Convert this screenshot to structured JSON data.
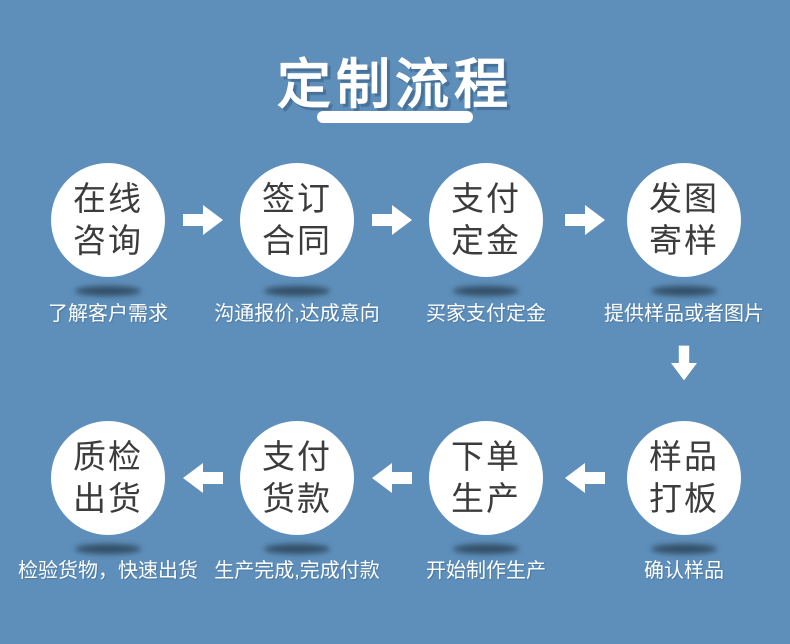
{
  "title": {
    "text": "定制流程"
  },
  "colors": {
    "background": "#5e8fba",
    "circle_fill": "#ffffff",
    "circle_text": "#3c3c3c",
    "title_text": "#ffffff",
    "caption_text": "#ffffff"
  },
  "icons": {
    "forward": "arrow-right-icon",
    "backward": "arrow-left-icon",
    "downward": "arrow-down-icon"
  },
  "flow": {
    "top_row": [
      {
        "line1": "在线",
        "line2": "咨询",
        "caption": "了解客户需求"
      },
      {
        "line1": "签订",
        "line2": "合同",
        "caption": "沟通报价,达成意向"
      },
      {
        "line1": "支付",
        "line2": "定金",
        "caption": "买家支付定金"
      },
      {
        "line1": "发图",
        "line2": "寄样",
        "caption": "提供样品或者图片"
      }
    ],
    "bottom_row": [
      {
        "line1": "质检",
        "line2": "出货",
        "caption": "检验货物，快速出货"
      },
      {
        "line1": "支付",
        "line2": "货款",
        "caption": "生产完成,完成付款"
      },
      {
        "line1": "下单",
        "line2": "生产",
        "caption": "开始制作生产"
      },
      {
        "line1": "样品",
        "line2": "打板",
        "caption": "确认样品"
      }
    ]
  }
}
